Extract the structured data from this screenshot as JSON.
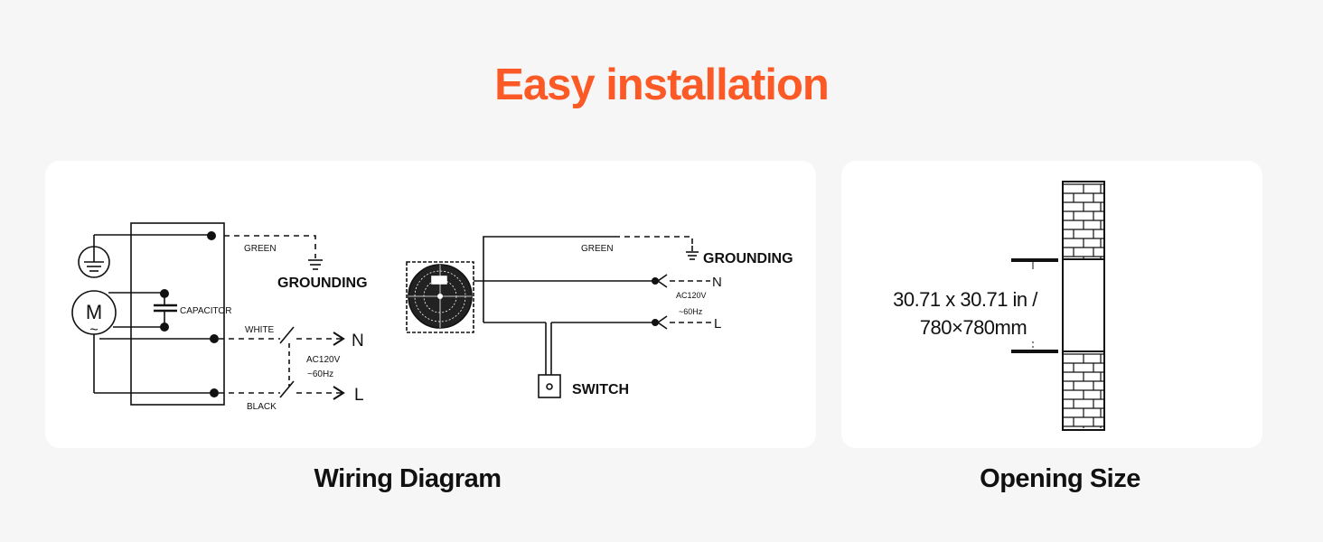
{
  "title": "Easy installation",
  "colors": {
    "accent": "#fb5a26",
    "background": "#f6f6f6",
    "card": "#ffffff"
  },
  "wiring": {
    "caption": "Wiring Diagram",
    "left": {
      "green": "GREEN",
      "grounding": "GROUNDING",
      "motor": "M",
      "motor_ac": "~",
      "capacitor": "CAPACITOR",
      "white": "WHITE",
      "black": "BLACK",
      "n": "N",
      "l": "L",
      "voltage": "AC120V",
      "frequency": "~60Hz"
    },
    "right": {
      "green": "GREEN",
      "grounding": "GROUNDING",
      "n": "N",
      "l": "L",
      "voltage": "AC120V",
      "frequency": "~60Hz",
      "switch": "SWITCH"
    }
  },
  "opening": {
    "caption": "Opening Size",
    "size_in": "30.71 x 30.71 in /",
    "size_mm": "780×780mm"
  }
}
